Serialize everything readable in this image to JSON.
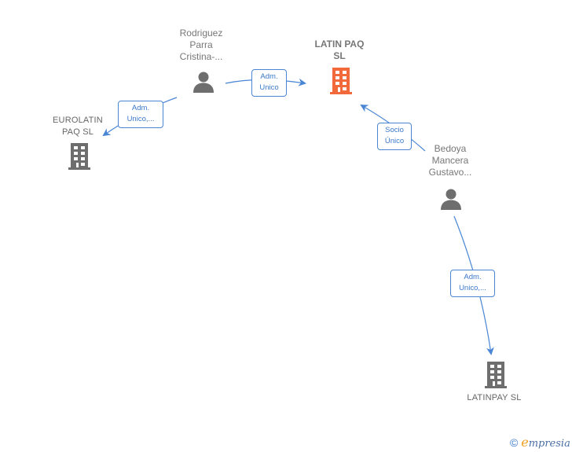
{
  "nodes": {
    "rodriguez": {
      "type": "person",
      "lines": [
        "Rodriguez",
        "Parra",
        "Cristina-..."
      ]
    },
    "latin_paq": {
      "type": "company",
      "highlight": true,
      "lines": [
        "LATIN PAQ",
        "SL"
      ]
    },
    "eurolatin": {
      "type": "company",
      "lines": [
        "EUROLATIN",
        "PAQ  SL"
      ]
    },
    "bedoya": {
      "type": "person",
      "lines": [
        "Bedoya",
        "Mancera",
        "Gustavo..."
      ]
    },
    "latinpay": {
      "type": "company",
      "lines": [
        "LATINPAY  SL"
      ]
    }
  },
  "edges": [
    {
      "from": "rodriguez",
      "to": "latin_paq",
      "lines": [
        "Adm.",
        "Unico"
      ]
    },
    {
      "from": "rodriguez",
      "to": "eurolatin",
      "lines": [
        "Adm.",
        "Unico,..."
      ]
    },
    {
      "from": "bedoya",
      "to": "latin_paq",
      "lines": [
        "Socio",
        "Único"
      ]
    },
    {
      "from": "bedoya",
      "to": "latinpay",
      "lines": [
        "Adm.",
        "Unico,..."
      ]
    }
  ],
  "colors": {
    "edge": "#4a86d4",
    "highlight_company": "#f26a3b",
    "company": "#6e6e6e",
    "person": "#6e6e6e"
  },
  "footer": {
    "copyright_symbol": "©",
    "brand_initial": "e",
    "brand_rest": "mpresia"
  }
}
